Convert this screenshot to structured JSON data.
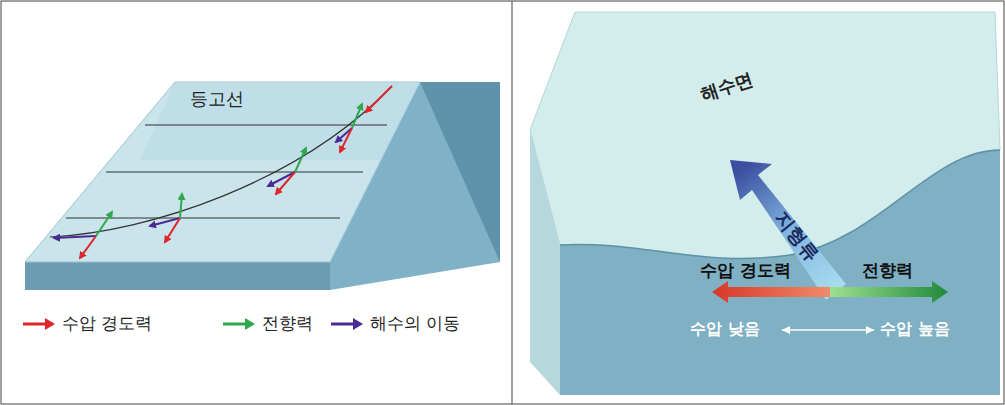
{
  "diagram": {
    "labels": [
      "등고선",
      "해수면",
      "지형류",
      "수압 경도력",
      "전향력",
      "수압 낮음",
      "수압 높음"
    ],
    "legend": [
      {
        "text": "수압 경도력",
        "color": "#e0252b"
      },
      {
        "text": "전향력",
        "color": "#2fa84f"
      },
      {
        "text": "해수의 이동",
        "color": "#4b2a93"
      }
    ]
  }
}
